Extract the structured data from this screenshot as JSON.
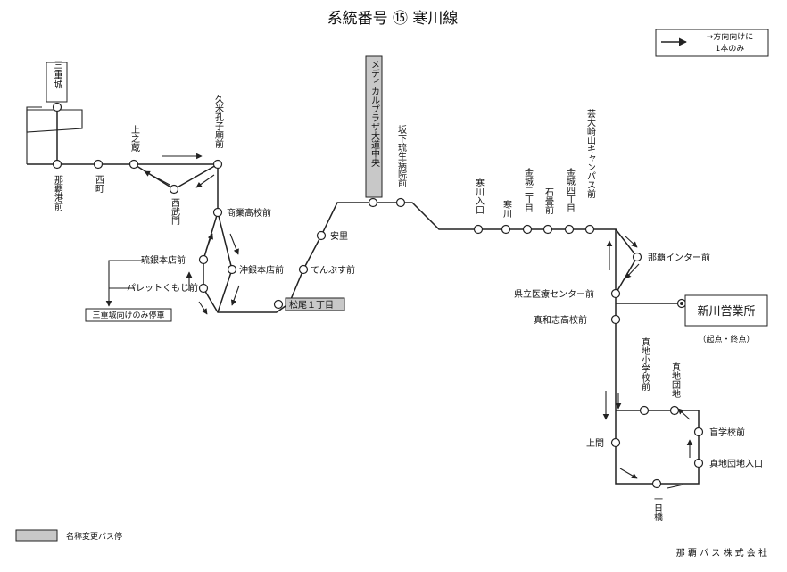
{
  "title": "系統番号 ⑮  寒川線",
  "legend_direction": [
    "→方向向けに",
    "1本のみ"
  ],
  "legend_rename": "名称変更バス停",
  "operator": "那 覇 バ ス 株 式 会 社",
  "depot": {
    "name": "新川営業所",
    "note": "（起点・終点）"
  },
  "only_to_shurijo": "三重城向けのみ停車",
  "stops": {
    "shurijo": "三重城",
    "nahako": "那覇港前",
    "nishimachi": "西町",
    "kaminokura": "上之蔵",
    "nishibumon": "西武門",
    "kumekoshibyo": "久米孔子廟前",
    "shogyo": "商業高校前",
    "ryugin": "琉銀本店前",
    "palette": "パレットくもじ前",
    "okigin": "沖銀本店前",
    "tenbusu": "てんぶす前",
    "matsuo": "松尾１丁目",
    "asato": "安里",
    "medical": "メディカルプラザ大道中央",
    "sakashita": "坂下琉生病院前",
    "samukawairiguchi": "寒川入口",
    "samukawa": "寒川",
    "kinjo2": "金城二丁目",
    "ishidatami": "石畳前",
    "kinjo4": "金城四丁目",
    "geidai": "芸大崎山キャンパス前",
    "nahaic": "那覇インター前",
    "kenritsu": "県立医療センター前",
    "mawashi": "真和志高校前",
    "madanshogakko": "真地小学校前",
    "madandanchi": "真地団地",
    "mogakko": "盲学校前",
    "madandanchiiriguchi": "真地団地入口",
    "uwama": "上間",
    "ichinichibashi": "一日橋"
  }
}
